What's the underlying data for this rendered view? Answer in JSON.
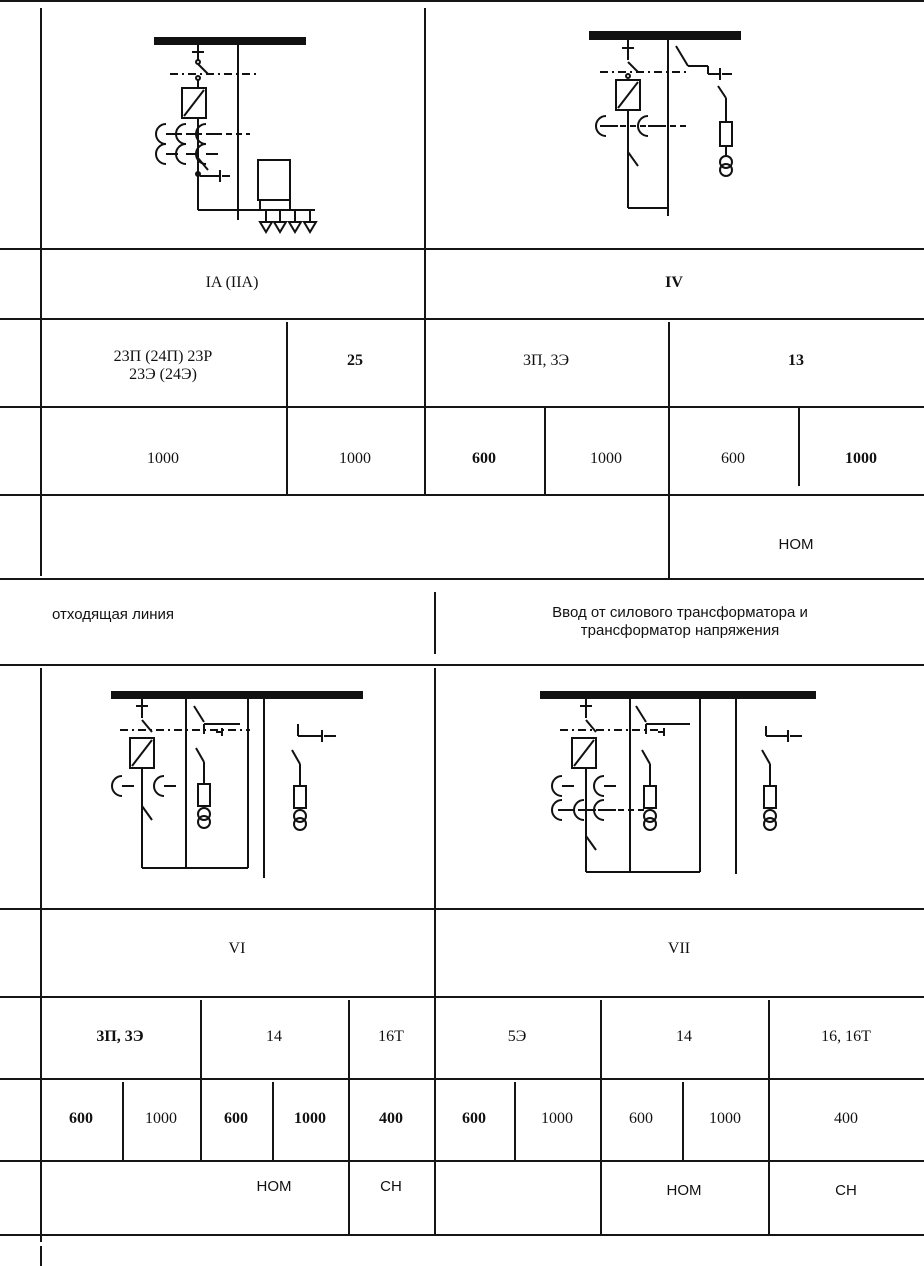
{
  "top": {
    "types": [
      "IA (IIA)",
      "IV"
    ],
    "series": [
      "23П (24П) 23Р",
      "23Э (24Э)",
      "25",
      "3П, 3Э",
      "13"
    ],
    "currents": [
      "1000",
      "1000",
      "600",
      "1000",
      "600",
      "1000"
    ],
    "mode": "НОМ"
  },
  "captions": {
    "left": "отходящая линия",
    "right_line1": "Ввод от силового трансформатора и",
    "right_line2": "трансформатор напряжения"
  },
  "bottom": {
    "types": [
      "VI",
      "VII"
    ],
    "series": [
      "3П, 3Э",
      "14",
      "16Т",
      "5Э",
      "14",
      "16, 16Т"
    ],
    "currents": [
      "600",
      "1000",
      "600",
      "1000",
      "400",
      "600",
      "1000",
      "600",
      "1000",
      "400"
    ],
    "modes": [
      "НОМ",
      "СН",
      "НОМ",
      "СН"
    ]
  }
}
